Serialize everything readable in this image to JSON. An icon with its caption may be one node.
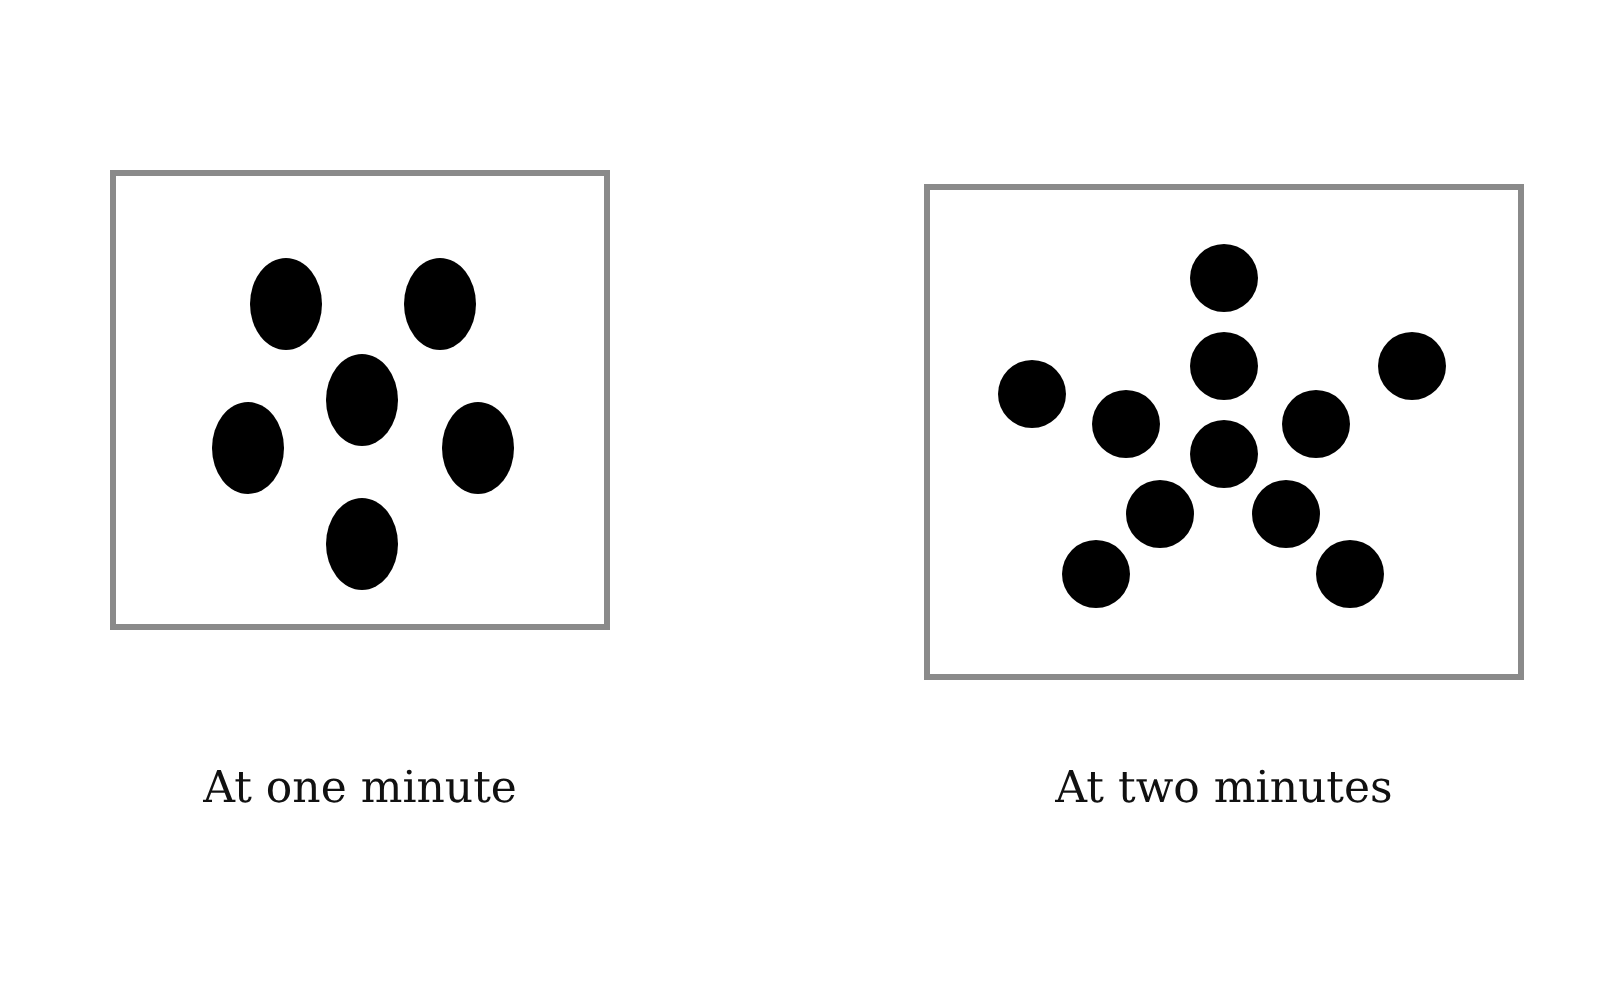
{
  "diagram": {
    "nodes": [
      {
        "text": [],
        "shape": "picture",
        "beside": [
          "At one minute"
        ]
      },
      {
        "text": [],
        "shape": "picture",
        "beside": [
          "At two minutes"
        ]
      }
    ]
  }
}
